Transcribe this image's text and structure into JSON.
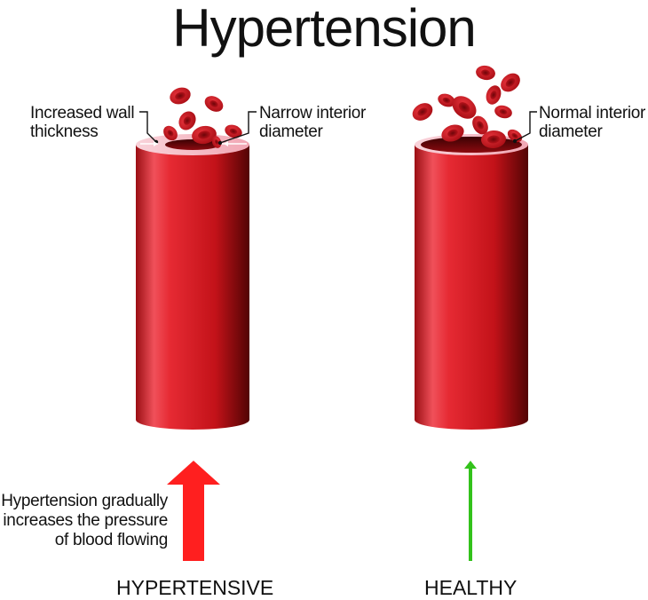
{
  "title": "Hypertension",
  "hypertensive": {
    "label_wall_line1": "Increased wall",
    "label_wall_line2": "thickness",
    "label_diameter_line1": "Narrow interior",
    "label_diameter_line2": "diameter",
    "note_line1": "Hypertension gradually",
    "note_line2": "increases the pressure",
    "note_line3": "of blood flowing",
    "caption": "HYPERTENSIVE",
    "arrow_color": "#ff1f1f"
  },
  "healthy": {
    "label_diameter_line1": "Normal interior",
    "label_diameter_line2": "diameter",
    "caption": "HEALTHY",
    "arrow_color": "#33c21b"
  },
  "colors": {
    "vessel_dark": "#6e0808",
    "vessel_mid": "#e2232b",
    "vessel_highlight": "#f57a88",
    "wall_ring": "#f7c6cf",
    "cell": "#cf161e",
    "cell_center": "#8a0b10"
  }
}
